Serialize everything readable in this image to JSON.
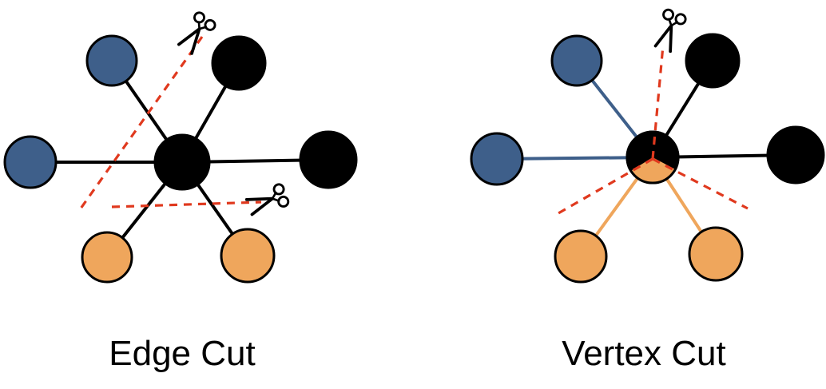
{
  "panels": {
    "edge_cut": {
      "label": "Edge Cut",
      "center_node_color": "black",
      "satellite_node_colors": [
        "blue",
        "black",
        "blue",
        "black",
        "orange",
        "orange"
      ],
      "edge_color": "black",
      "cut_line_count": 2,
      "scissors_count": 2
    },
    "vertex_cut": {
      "label": "Vertex Cut",
      "center_node_colors": [
        "black",
        "orange"
      ],
      "satellite_node_colors": [
        "blue",
        "black",
        "blue",
        "black",
        "orange",
        "orange"
      ],
      "edge_colors": [
        "blue",
        "black",
        "orange"
      ],
      "cut_line_count": 3,
      "scissors_count": 1
    }
  },
  "colors": {
    "node_blue": "#3E5F8A",
    "node_orange": "#EFA65C",
    "node_black": "#000000",
    "cut_red": "#E0391E",
    "outline_black": "#000000",
    "background": "#FFFFFF"
  },
  "icons": {
    "scissors": "scissors-icon"
  }
}
